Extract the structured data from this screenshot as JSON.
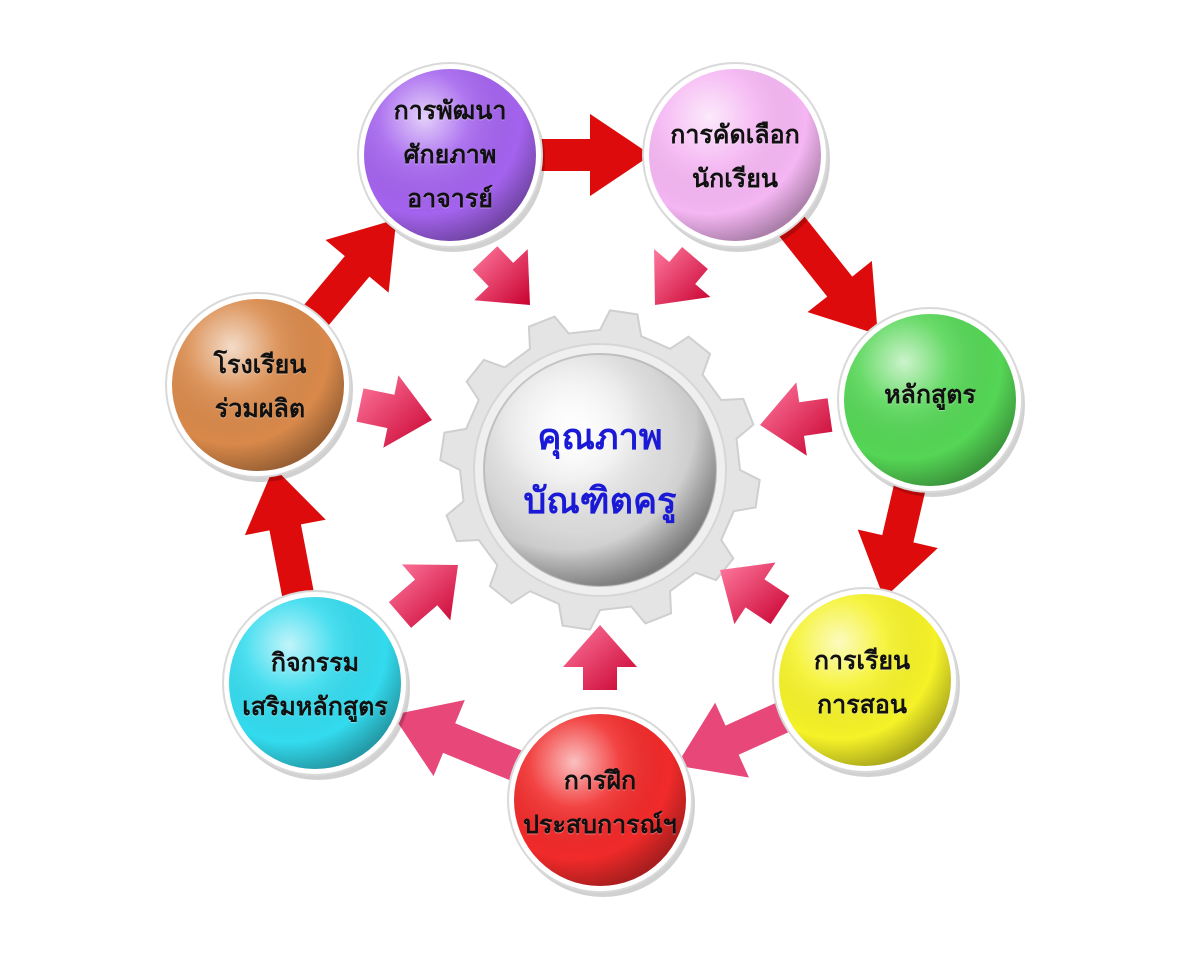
{
  "center": {
    "lines": [
      "คุณภาพ",
      "บัณฑิตครู"
    ],
    "text_color": "#1a1ad6"
  },
  "nodes": [
    {
      "id": "teacher-development",
      "lines": [
        "การพัฒนา",
        "ศักยภาพ",
        "อาจารย์"
      ],
      "color": "#a463ee"
    },
    {
      "id": "student-selection",
      "lines": [
        "การคัดเลือก",
        "นักเรียน"
      ],
      "color": "#f5b6f3"
    },
    {
      "id": "curriculum",
      "lines": [
        "หลักสูตร"
      ],
      "color": "#55d655"
    },
    {
      "id": "teaching-learning",
      "lines": [
        "การเรียน",
        "การสอน"
      ],
      "color": "#f5f228"
    },
    {
      "id": "practicum",
      "lines": [
        "การฝึก",
        "ประสบการณ์ฯ"
      ],
      "color": "#f12a2a"
    },
    {
      "id": "extracurricular",
      "lines": [
        "กิจกรรม",
        "เสริมหลักสูตร"
      ],
      "color": "#33dbee"
    },
    {
      "id": "partner-schools",
      "lines": [
        "โรงเรียน",
        "ร่วมผลิต"
      ],
      "color": "#d9894a"
    }
  ],
  "colors": {
    "cycle_arrow_top": "#dd0b0b",
    "cycle_arrow_bottom": "#e8477a",
    "inward_arrow": "#e0104a",
    "gear": "#e4e4e4"
  }
}
